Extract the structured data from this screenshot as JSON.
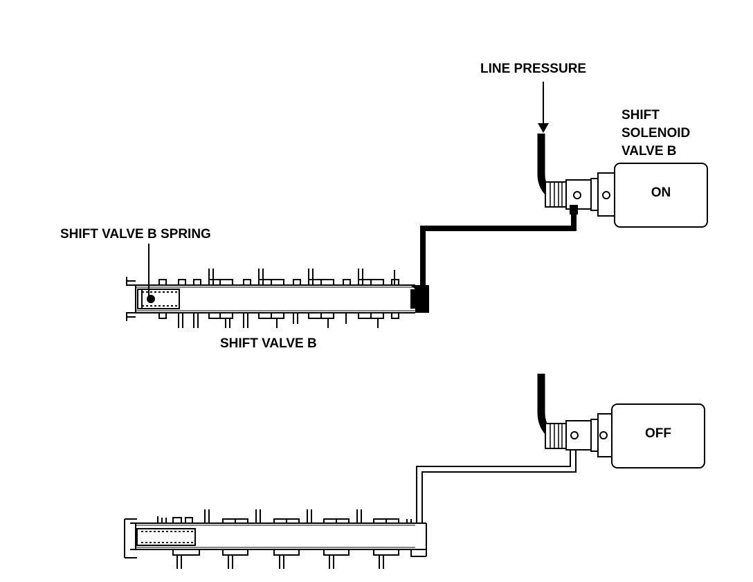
{
  "labels": {
    "line_pressure": "LINE PRESSURE",
    "solenoid_title": [
      "SHIFT",
      "SOLENOID",
      "VALVE B"
    ],
    "spring": "SHIFT VALVE B SPRING",
    "shift_valve": "SHIFT VALVE B"
  },
  "states": {
    "top": "ON",
    "bottom": "OFF"
  },
  "colors": {
    "ink": "#000000",
    "fluid": "#000000",
    "background": "#ffffff",
    "solenoid_body": "#ffffff"
  }
}
